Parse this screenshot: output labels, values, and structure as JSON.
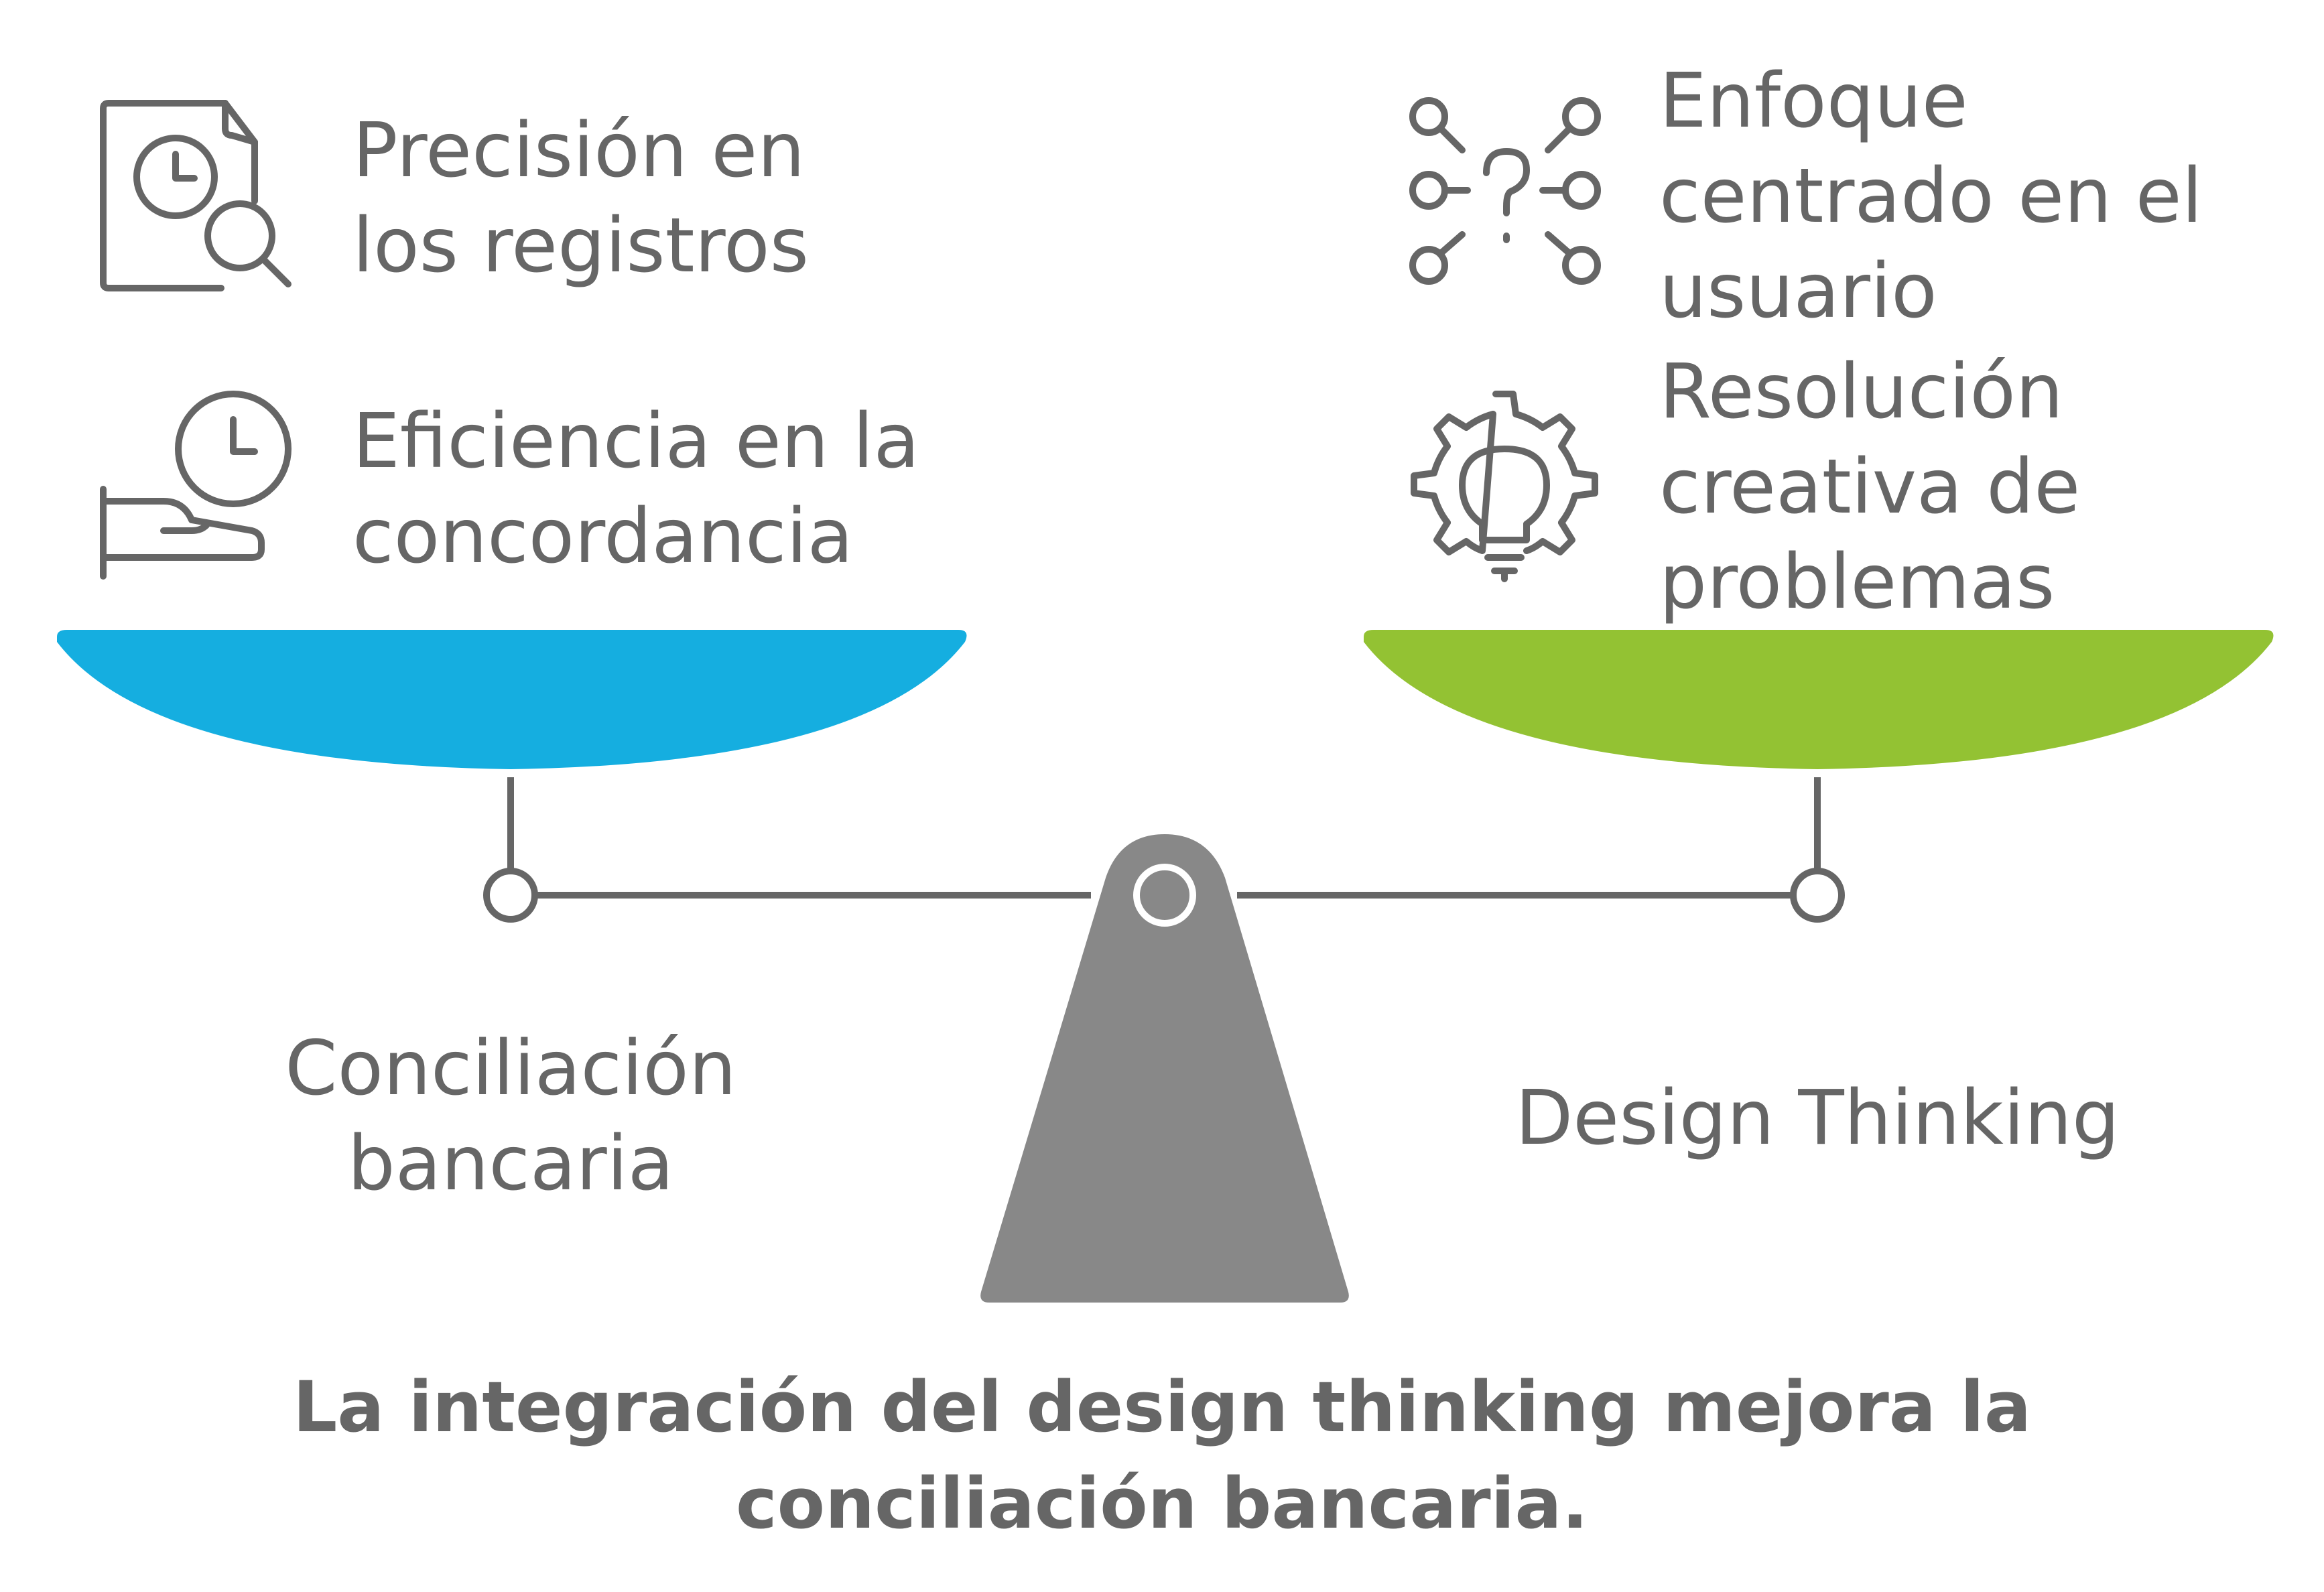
{
  "left": {
    "label_lines": [
      "Conciliación",
      "bancaria"
    ],
    "color": "#15AEE0",
    "items": [
      {
        "icon": "clock-search-document-icon",
        "lines": [
          "Precisión en",
          "los registros"
        ]
      },
      {
        "icon": "clock-hand-icon",
        "lines": [
          "Eficiencia en la",
          "concordancia"
        ]
      }
    ]
  },
  "right": {
    "label_lines": [
      "Design Thinking"
    ],
    "color": "#93C233",
    "items": [
      {
        "icon": "network-question-icon",
        "lines": [
          "Enfoque",
          "centrado en el",
          "usuario"
        ]
      },
      {
        "icon": "gear-lightbulb-icon",
        "lines": [
          "Resolución",
          "creativa de",
          "problemas"
        ]
      }
    ]
  },
  "conclusion_lines": [
    "La integración del design thinking mejora la",
    "conciliación bancaria."
  ],
  "colors": {
    "text": "#666666",
    "stroke": "#666666",
    "fulcrum": "#888888"
  }
}
